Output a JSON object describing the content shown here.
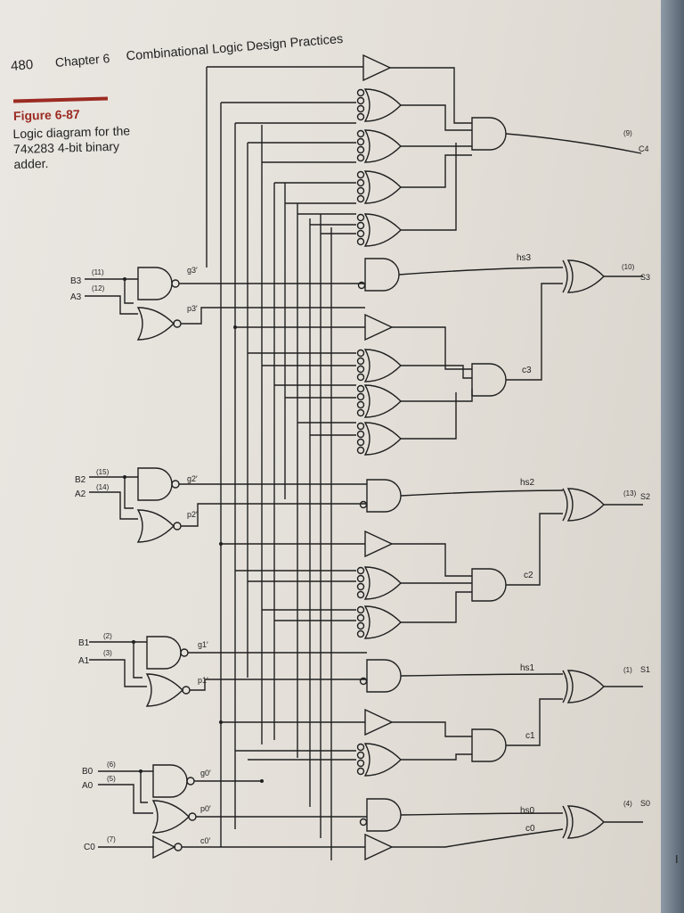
{
  "header": {
    "page_number": "480",
    "chapter": "Chapter 6",
    "title": "Combinational Logic Design Practices"
  },
  "figure": {
    "label": "Figure 6-87",
    "caption": "Logic diagram for the 74x283 4-bit binary adder."
  },
  "inputs": {
    "b3": "B3",
    "a3": "A3",
    "b3_pin": "(11)",
    "a3_pin": "(12)",
    "b2": "B2",
    "a2": "A2",
    "b2_pin": "(15)",
    "a2_pin": "(14)",
    "b1": "B1",
    "a1": "A1",
    "b1_pin": "(2)",
    "a1_pin": "(3)",
    "b0": "B0",
    "a0": "A0",
    "b0_pin": "(6)",
    "a0_pin": "(5)",
    "c0": "C0",
    "c0_pin": "(7)"
  },
  "signals": {
    "g3": "g3′",
    "p3": "p3′",
    "g2": "g2′",
    "p2": "p2′",
    "g1": "g1′",
    "p1": "p1′",
    "g0": "g0′",
    "p0": "p0′",
    "c0n": "c0′",
    "hs3": "hs3",
    "hs2": "hs2",
    "hs1": "hs1",
    "hs0": "hs0",
    "c3": "c3",
    "c2": "c2",
    "c1": "c1",
    "c0": "c0"
  },
  "outputs": {
    "c4": "C4",
    "c4_pin": "(9)",
    "s3": "S3",
    "s3_pin": "(10)",
    "s2": "S2",
    "s2_pin": "(13)",
    "s1": "S1",
    "s1_pin": "(1)",
    "s0": "S0",
    "s0_pin": "(4)"
  },
  "margin_mark": "I"
}
